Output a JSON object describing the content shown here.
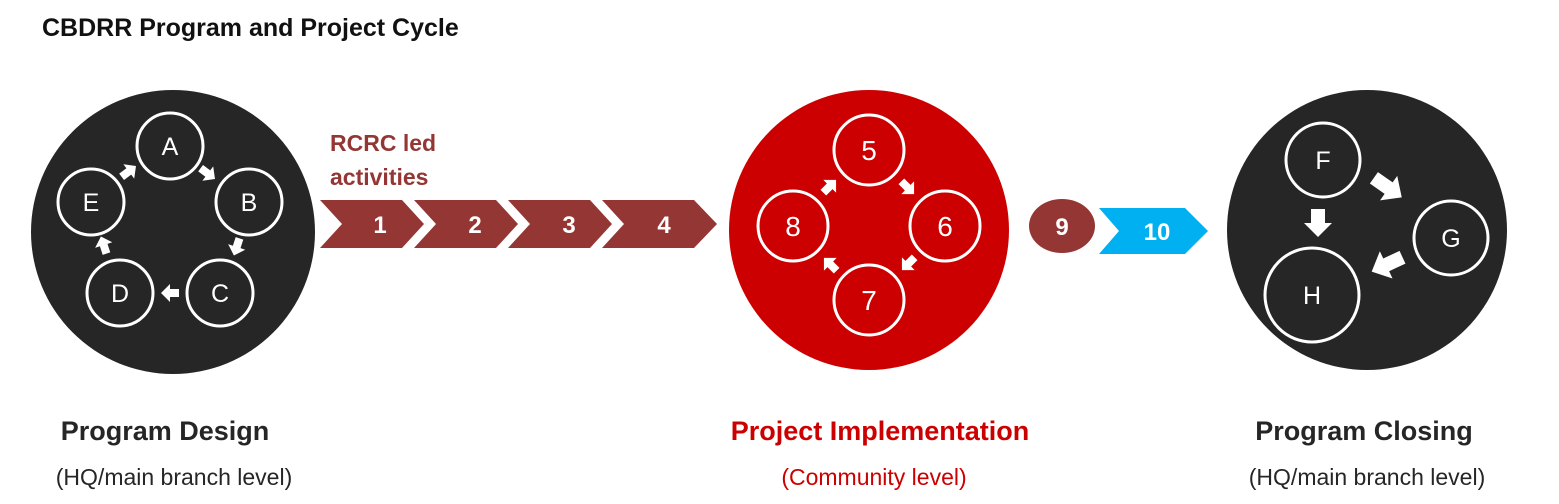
{
  "title": "CBDRR Program and Project Cycle",
  "rcrc_label_line1": "RCRC led",
  "rcrc_label_line2": "activities",
  "colors": {
    "dark": "#262626",
    "red": "#cc0000",
    "maroon": "#943634",
    "blue": "#00b0f0",
    "white": "#ffffff"
  },
  "design": {
    "title": "Program Design",
    "subtitle": "(HQ/main branch level)",
    "nodes": [
      "A",
      "B",
      "C",
      "D",
      "E"
    ]
  },
  "chevrons": [
    "1",
    "2",
    "3",
    "4"
  ],
  "implementation": {
    "title": "Project Implementation",
    "subtitle": "(Community level)",
    "nodes": [
      "5",
      "6",
      "7",
      "8"
    ]
  },
  "step9": "9",
  "step10": "10",
  "closing": {
    "title": "Program Closing",
    "subtitle": "(HQ/main branch level)",
    "nodes": [
      "F",
      "G",
      "H"
    ]
  }
}
